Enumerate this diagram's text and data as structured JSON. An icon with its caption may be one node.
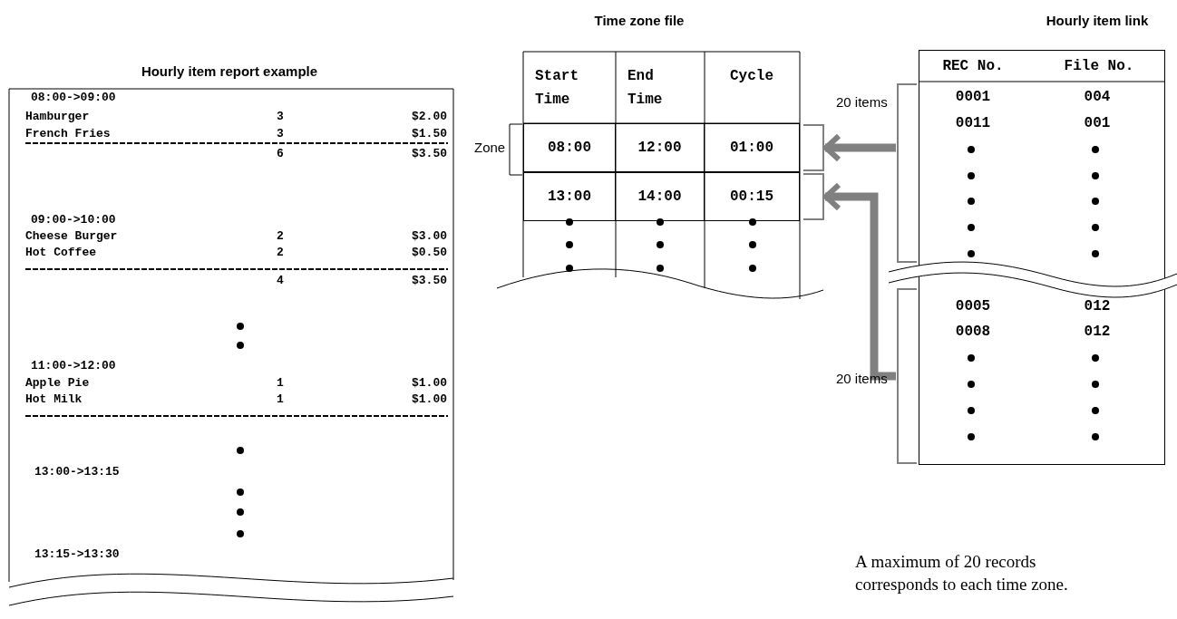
{
  "diagram": {
    "nodes": [
      {
        "text": [
          "Hourly item report example"
        ]
      },
      {
        "text": [
          "Time zone file",
          "Start Time",
          "End Time",
          "Cycle"
        ]
      },
      {
        "text": [
          "08:00",
          "12:00",
          "01:00"
        ],
        "in": 1,
        "beside": [
          "Zone"
        ]
      },
      {
        "text": [
          "13:00",
          "14:00",
          "00:15"
        ],
        "in": 1
      },
      {
        "text": [
          "Hourly item link",
          "REC No.",
          "File No."
        ]
      },
      {
        "text": [
          "0001",
          "004",
          "0011",
          "001"
        ],
        "in": 4,
        "beside": [
          "20 items"
        ]
      },
      {
        "text": [
          "0005",
          "012",
          "0008",
          "012"
        ],
        "in": 4,
        "beside": [
          "20 items"
        ]
      }
    ],
    "edges": [
      {
        "from": 5,
        "to": 2,
        "arrow": "to"
      },
      {
        "from": 6,
        "to": 3,
        "arrow": "to"
      }
    ],
    "labels": [
      "08:00->09:00",
      "Hamburger",
      "3",
      "$2.00",
      "French Fries",
      "3",
      "$1.50",
      "6",
      "$3.50",
      "09:00->10:00",
      "Cheese Burger",
      "2",
      "$3.00",
      "Hot Coffee",
      "2",
      "$0.50",
      "4",
      "$3.50",
      "11:00->12:00",
      "Apple Pie",
      "1",
      "$1.00",
      "Hot Milk",
      "1",
      "$1.00",
      "13:00->13:15",
      "13:15->13:30",
      "A maximum of 20 records corresponds to each time zone."
    ]
  }
}
